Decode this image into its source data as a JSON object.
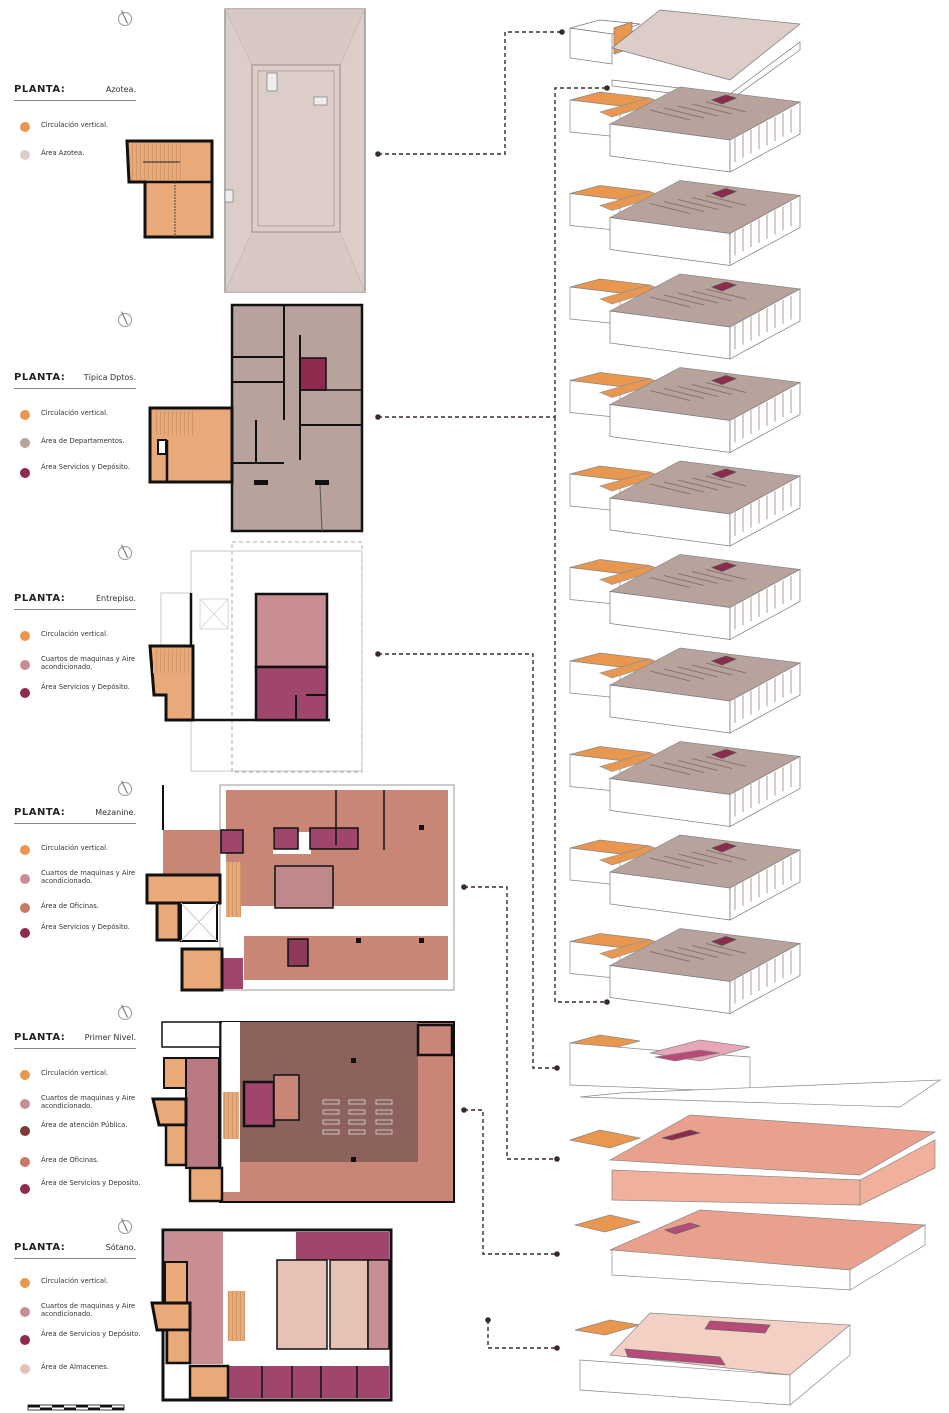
{
  "colors": {
    "circulacion": "#e9964f",
    "azotea": "#dccdc8",
    "departamentos": "#b7a29c",
    "servicios": "#8e2a4e",
    "maquinas": "#c98e92",
    "oficinas": "#c87a67",
    "atencion": "#7e3b36",
    "almacenes": "#e6c1b5",
    "stair_fill": "#e9a978",
    "wall": "#111111",
    "leader": "#3a2a2a"
  },
  "plantas": [
    {
      "label": "PLANTA:",
      "name": "Azotea.",
      "legend": [
        {
          "text": "Circulación vertical.",
          "color_key": "circulacion"
        },
        {
          "text": "Área Azotea.",
          "color_key": "azotea"
        }
      ]
    },
    {
      "label": "PLANTA:",
      "name": "Típica Dptos.",
      "legend": [
        {
          "text": "Circulación vertical.",
          "color_key": "circulacion"
        },
        {
          "text": "Área de Departamentos.",
          "color_key": "departamentos"
        },
        {
          "text": "Área Servicios y Depósito.",
          "color_key": "servicios"
        }
      ]
    },
    {
      "label": "PLANTA:",
      "name": "Entrepiso.",
      "legend": [
        {
          "text": "Circulación vertical.",
          "color_key": "circulacion"
        },
        {
          "text": "Cuartos de maquinas y Aire acondicionado.",
          "color_key": "maquinas"
        },
        {
          "text": "Área Servicios y Depósito.",
          "color_key": "servicios"
        }
      ]
    },
    {
      "label": "PLANTA:",
      "name": "Mezanine.",
      "legend": [
        {
          "text": "Circulación vertical.",
          "color_key": "circulacion"
        },
        {
          "text": "Cuartos de maquinas y Aire acondicionado.",
          "color_key": "maquinas"
        },
        {
          "text": "Área de Oficinas.",
          "color_key": "oficinas"
        },
        {
          "text": "Área Servicios y Depósito.",
          "color_key": "servicios"
        }
      ]
    },
    {
      "label": "PLANTA:",
      "name": "Primer Nivel.",
      "legend": [
        {
          "text": "Circulación vertical.",
          "color_key": "circulacion"
        },
        {
          "text": "Cuartos de maquinas y Aire acondicionado.",
          "color_key": "maquinas"
        },
        {
          "text": "Área de atención Pública.",
          "color_key": "atencion"
        },
        {
          "text": "Área de Oficinas.",
          "color_key": "oficinas"
        },
        {
          "text": "Área de Servicios y Deposito.",
          "color_key": "servicios"
        }
      ]
    },
    {
      "label": "PLANTA:",
      "name": "Sótano.",
      "legend": [
        {
          "text": "Circulación vertical.",
          "color_key": "circulacion"
        },
        {
          "text": "Cuartos de maquinas y Aire acondicionado.",
          "color_key": "maquinas"
        },
        {
          "text": "Área de Servicios y Depósito.",
          "color_key": "servicios"
        },
        {
          "text": "Área de Almacenes.",
          "color_key": "almacenes"
        }
      ]
    }
  ],
  "axonometric": {
    "typical_floor_count": 10
  }
}
